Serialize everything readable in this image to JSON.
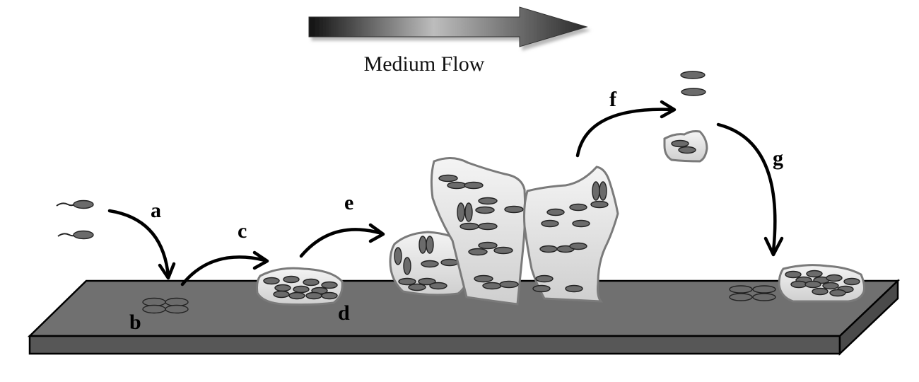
{
  "header": {
    "flow_label": "Medium Flow"
  },
  "stages": {
    "a": "a",
    "b": "b",
    "c": "c",
    "d": "d",
    "e": "e",
    "f": "f",
    "g": "g"
  },
  "colors": {
    "substratum_top": "#6e6e6e",
    "substratum_front": "#555555",
    "cell": "#6b6b6b",
    "matrix": "#e6e6e6"
  }
}
